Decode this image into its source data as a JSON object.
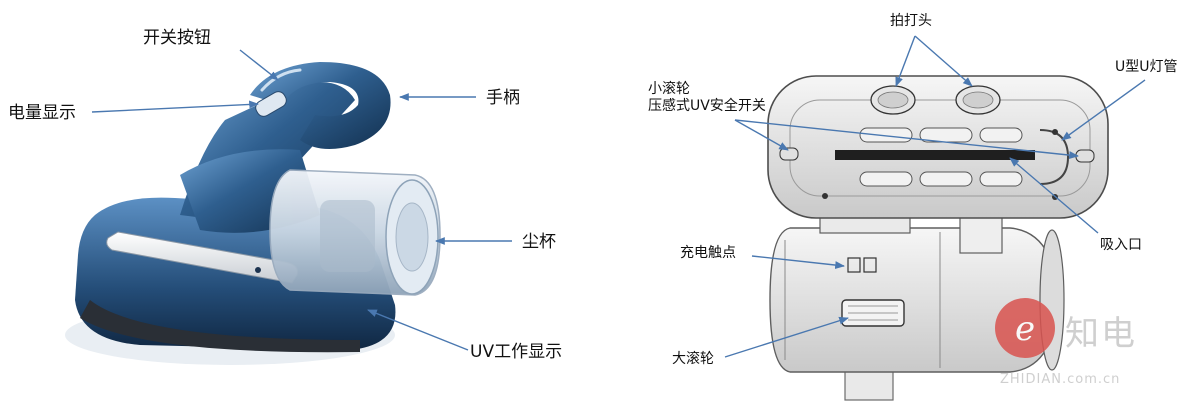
{
  "left_diagram": {
    "labels": {
      "power_button": "开关按钮",
      "battery_display": "电量显示",
      "handle": "手柄",
      "dust_cup": "尘杯",
      "uv_display": "UV工作显示"
    }
  },
  "right_diagram": {
    "labels": {
      "beater_head": "拍打头",
      "u_lamp": "U型U灯管",
      "small_roller": "小滚轮",
      "uv_switch": "压感式UV安全开关",
      "suction_port": "吸入口",
      "charge_contacts": "充电触点",
      "big_roller": "大滚轮"
    }
  },
  "watermark": {
    "logo_letter": "e",
    "brand": "知电",
    "url": "ZHIDIAN.com.cn"
  },
  "colors": {
    "product_blue": "#2f5f8f",
    "arrow_blue": "#4a78b0",
    "watermark_red": "#d9534f"
  }
}
